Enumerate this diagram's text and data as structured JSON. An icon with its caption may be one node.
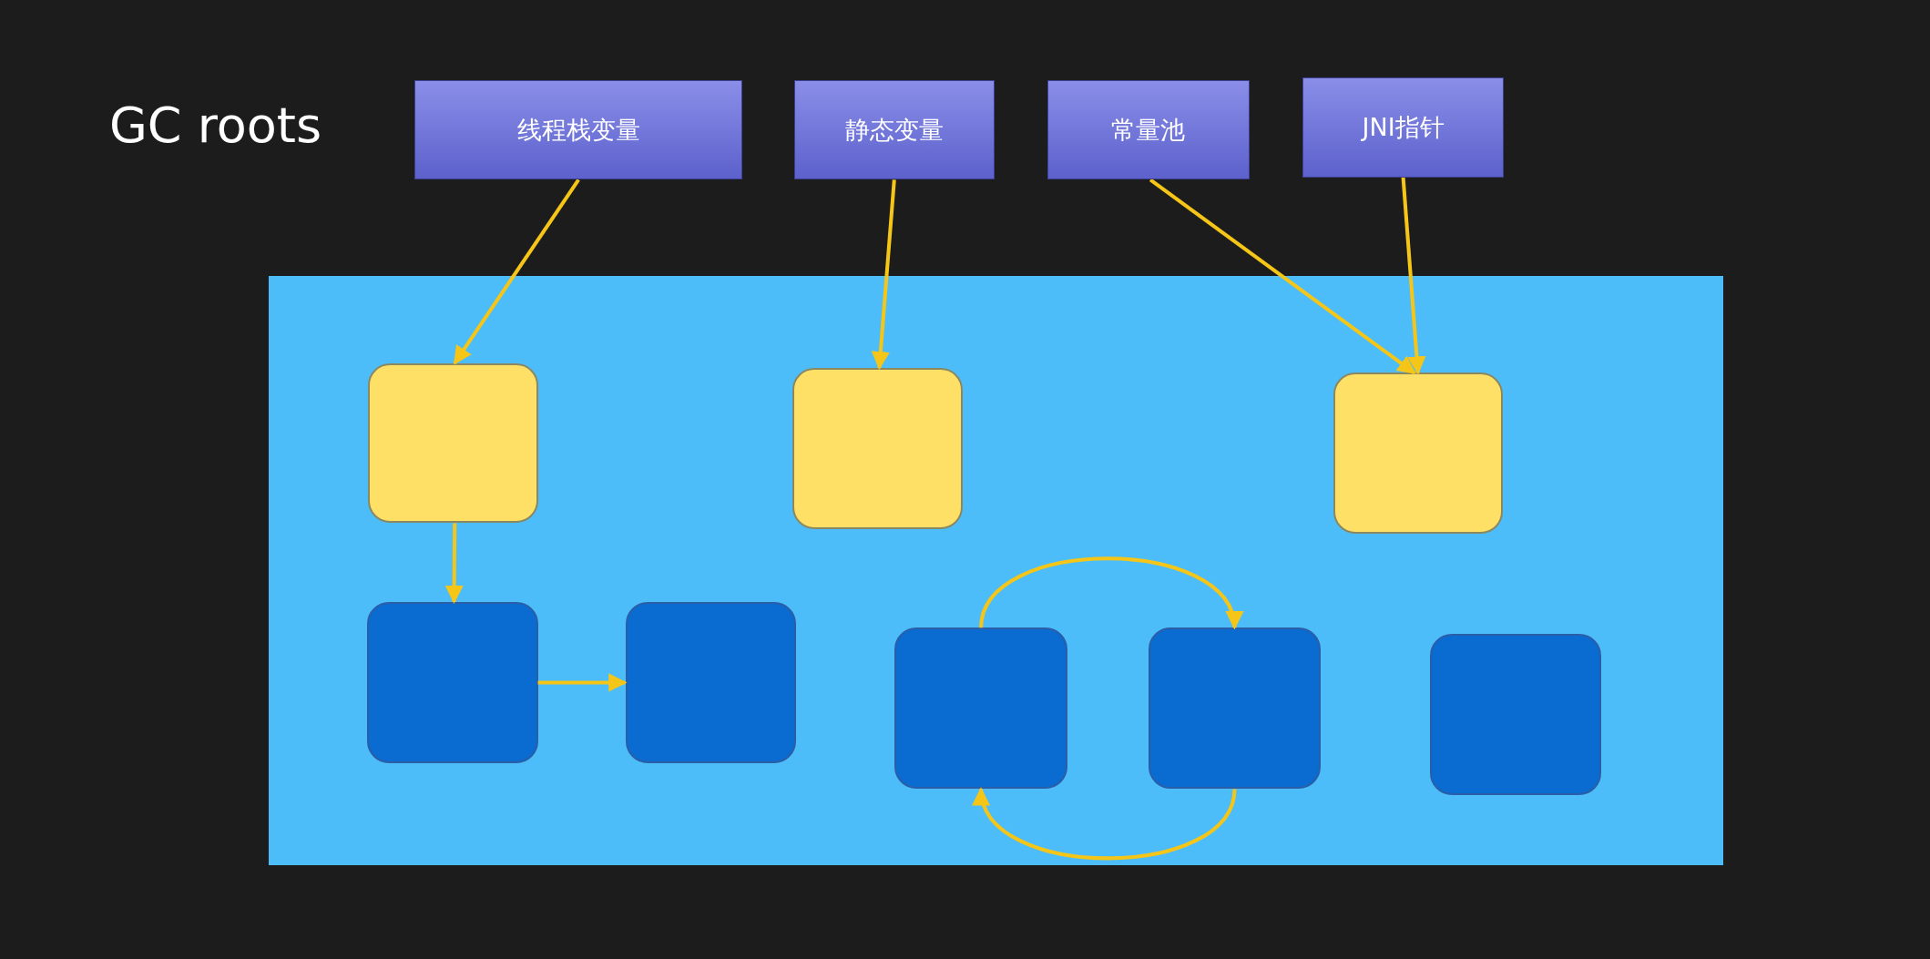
{
  "diagram": {
    "title": "GC roots",
    "nodes": [
      {
        "text": [
          "线程栈变量"
        ]
      },
      {
        "text": [
          "静态变量"
        ]
      },
      {
        "text": [
          "常量池"
        ]
      },
      {
        "text": [
          "JNI指针"
        ]
      },
      {
        "text": [],
        "shape": "box"
      },
      {
        "text": [],
        "shape": "box",
        "in": 4
      },
      {
        "text": [],
        "shape": "box",
        "in": 4
      },
      {
        "text": [],
        "shape": "box",
        "in": 4
      },
      {
        "text": [],
        "shape": "box",
        "in": 4
      },
      {
        "text": [],
        "shape": "box",
        "in": 4
      },
      {
        "text": [],
        "shape": "box",
        "in": 4
      },
      {
        "text": [],
        "shape": "box",
        "in": 4
      },
      {
        "text": [],
        "shape": "box",
        "in": 4
      }
    ],
    "edges": [
      {
        "from": 0,
        "to": 5,
        "arrow": "to"
      },
      {
        "from": 1,
        "to": 6,
        "arrow": "to"
      },
      {
        "from": 2,
        "to": 7,
        "arrow": "to"
      },
      {
        "from": 3,
        "to": 7,
        "arrow": "to"
      },
      {
        "from": 5,
        "to": 8,
        "arrow": "to"
      },
      {
        "from": 8,
        "to": 9,
        "arrow": "to"
      },
      {
        "from": 10,
        "to": 11,
        "arrow": "to"
      },
      {
        "from": 11,
        "to": 10,
        "arrow": "to"
      }
    ]
  }
}
